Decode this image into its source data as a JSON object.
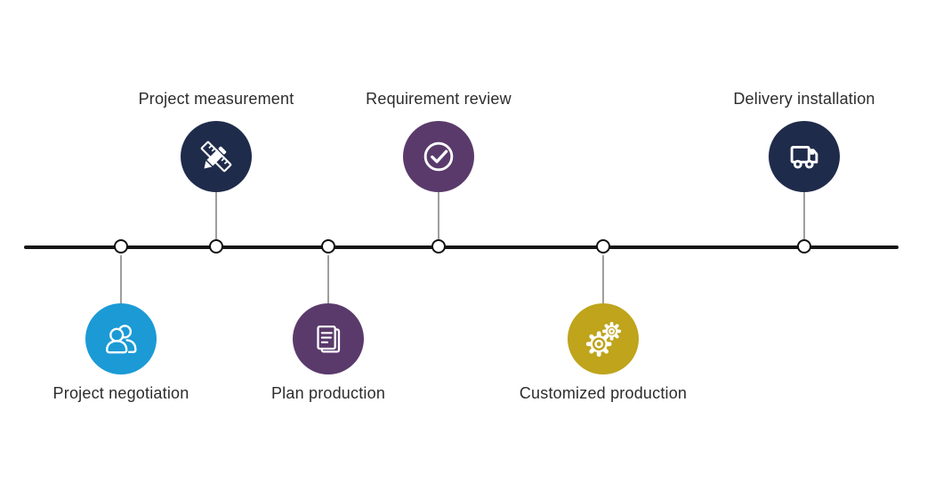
{
  "diagram": {
    "type": "timeline",
    "background": "#ffffff",
    "line_color": "#151515",
    "connector_color": "#3c3c3c",
    "node_fill": "#ffffff",
    "node_border": "#111111",
    "label_color": "#2c2c2c"
  },
  "milestones": [
    {
      "label": "Project negotiation",
      "side": "bottom",
      "color": "#1b9ad5",
      "icon": "people-icon"
    },
    {
      "label": "Project measurement",
      "side": "top",
      "color": "#1f2b4a",
      "icon": "ruler-pencil-icon"
    },
    {
      "label": "Plan production",
      "side": "bottom",
      "color": "#5a3a6b",
      "icon": "documents-icon"
    },
    {
      "label": "Requirement review",
      "side": "top",
      "color": "#5a3a6b",
      "icon": "check-circle-icon"
    },
    {
      "label": "Customized production",
      "side": "bottom",
      "color": "#bfa41c",
      "icon": "gears-icon"
    },
    {
      "label": "Delivery installation",
      "side": "top",
      "color": "#1f2b4a",
      "icon": "truck-icon"
    }
  ]
}
